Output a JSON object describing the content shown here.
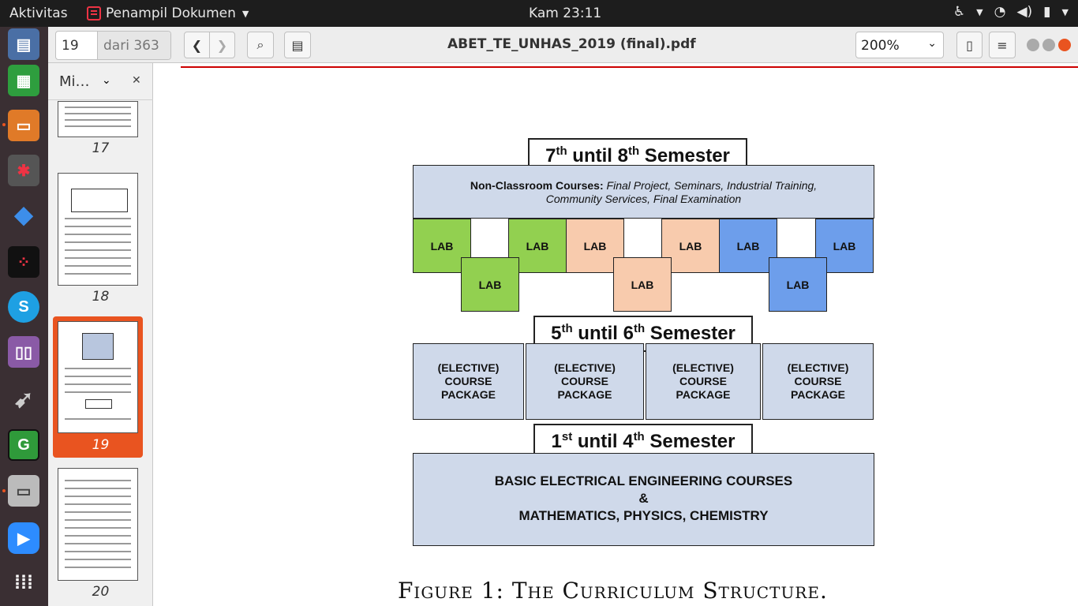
{
  "topbar": {
    "activities": "Aktivitas",
    "app_name": "Penampil Dokumen",
    "clock": "Kam 23:11"
  },
  "dock": {
    "items": [
      "files-icon",
      "spreadsheet-icon",
      "presentation-icon",
      "settings-icon",
      "dropbox-icon",
      "dots-app-icon",
      "skype-icon",
      "media-icon",
      "usb-icon",
      "g-app-icon",
      "archive-icon",
      "zoom-icon",
      "app-grid-icon"
    ]
  },
  "header": {
    "page_number": "19",
    "page_total": "dari 363",
    "title": "ABET_TE_UNHAS_2019 (final).pdf",
    "zoom": "200%"
  },
  "sidebar": {
    "mode_label": "Mi…",
    "thumbnails": [
      {
        "label": "17"
      },
      {
        "label": "18"
      },
      {
        "label": "19",
        "selected": true
      },
      {
        "label": "20"
      }
    ]
  },
  "figure": {
    "sem_top": {
      "pre": "7",
      "sup1": "th",
      "mid": " until 8",
      "sup2": "th",
      "post": " Semester"
    },
    "nonclass_bold": "Non-Classroom Courses:",
    "nonclass_line1": " Final Project, Seminars, Industrial Training,",
    "nonclass_line2": "Community Services, Final Examination",
    "lab_label": "LAB",
    "sem_mid": {
      "pre": "5",
      "sup1": "th",
      "mid": " until 6",
      "sup2": "th",
      "post": " Semester"
    },
    "package_lines": [
      "(ELECTIVE)",
      "COURSE",
      "PACKAGE"
    ],
    "sem_bottom": {
      "pre": "1",
      "sup1": "st",
      "mid": " until 4",
      "sup2": "th",
      "post": " Semester"
    },
    "basic_line1": "BASIC ELECTRICAL ENGINEERING COURSES",
    "basic_line2": "&",
    "basic_line3": "MATHEMATICS, PHYSICS, CHEMISTRY",
    "caption": "Figure 1: The Curriculum Structure."
  }
}
